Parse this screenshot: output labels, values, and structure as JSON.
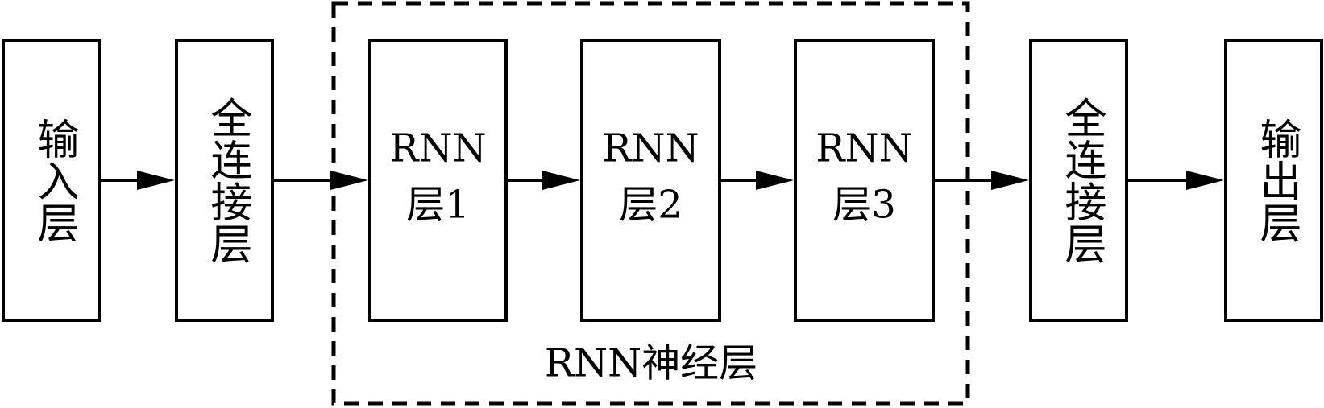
{
  "diagram": {
    "nodes": [
      {
        "id": "input",
        "label": "输入层"
      },
      {
        "id": "fc1",
        "label": "全连接层"
      },
      {
        "id": "rnn1",
        "label_lines": [
          "RNN",
          "层1"
        ]
      },
      {
        "id": "rnn2",
        "label_lines": [
          "RNN",
          "层2"
        ]
      },
      {
        "id": "rnn3",
        "label_lines": [
          "RNN",
          "层3"
        ]
      },
      {
        "id": "fc2",
        "label": "全连接层"
      },
      {
        "id": "output",
        "label": "输出层"
      }
    ],
    "edges": [
      {
        "from": "input",
        "to": "fc1"
      },
      {
        "from": "fc1",
        "to": "rnn1"
      },
      {
        "from": "rnn1",
        "to": "rnn2"
      },
      {
        "from": "rnn2",
        "to": "rnn3"
      },
      {
        "from": "rnn3",
        "to": "fc2"
      },
      {
        "from": "fc2",
        "to": "output"
      }
    ],
    "group": {
      "label": "RNN神经层",
      "members": [
        "rnn1",
        "rnn2",
        "rnn3"
      ],
      "border_style": "dashed"
    }
  }
}
